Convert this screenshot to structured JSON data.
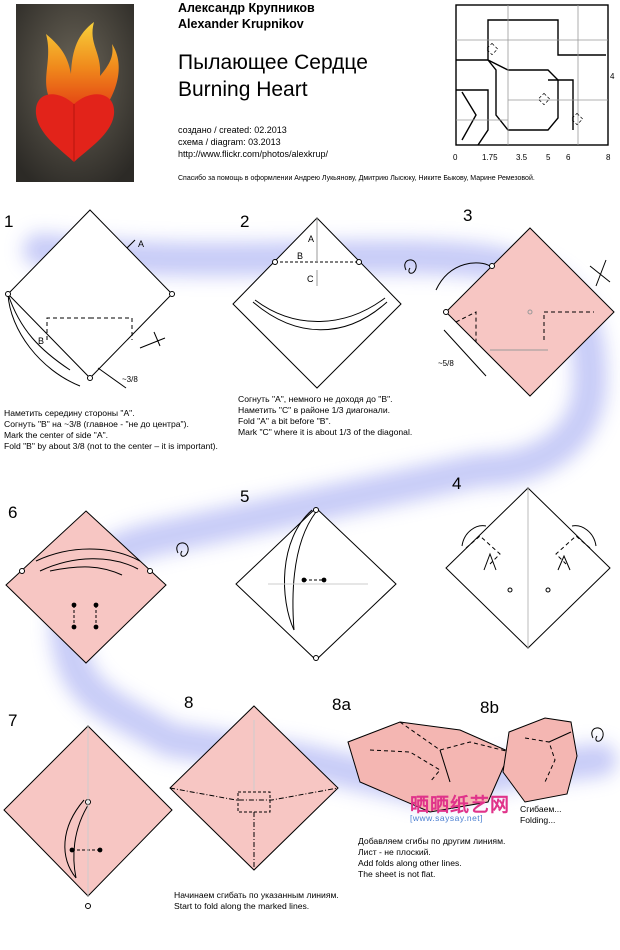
{
  "header": {
    "author_ru": "Александр Крупников",
    "author_en": "Alexander Krupnikov",
    "title_ru": "Пылающее Сердце",
    "title_en": "Burning Heart",
    "created": "создано / created: 02.2013",
    "diagram": "схема / diagram: 03.2013",
    "url": "http://www.flickr.com/photos/alexkrup/",
    "thanks": "Спасибо за помощь в оформлении Андрею Лукьянову, Дмитрию Лысюку, Никите Быкову, Марине Ремезовой."
  },
  "crease_pattern": {
    "right_label": "4",
    "axis_labels": [
      "0",
      "1.75",
      "3.5",
      "5",
      "6",
      "8"
    ]
  },
  "steps": [
    {
      "number": "1",
      "labels": [
        "A",
        "B",
        "~3/8"
      ],
      "text": [
        "Наметить середину стороны \"A\".",
        "Согнуть \"B\" на ~3/8 (главное - \"не до центра\").",
        "Mark the center of side \"A\".",
        "Fold \"B\" by about 3/8 (not to the center – it is important)."
      ]
    },
    {
      "number": "2",
      "labels": [
        "A",
        "B",
        "C"
      ],
      "text": [
        "Согнуть \"A\", немного не доходя до \"B\".",
        "Наметить \"C\" в районе 1/3 диагонали.",
        "Fold \"A\" a bit before \"B\".",
        "Mark \"C\" where it is about 1/3 of the diagonal."
      ]
    },
    {
      "number": "3",
      "labels": [
        "~5/8"
      ],
      "text": []
    },
    {
      "number": "4",
      "labels": [],
      "text": []
    },
    {
      "number": "5",
      "labels": [],
      "text": []
    },
    {
      "number": "6",
      "labels": [],
      "text": []
    },
    {
      "number": "7",
      "labels": [],
      "text": []
    },
    {
      "number": "8",
      "labels": [],
      "text": [
        "Начинаем сгибать по указанным линиям.",
        "Start to fold along the marked lines."
      ]
    },
    {
      "number": "8a",
      "labels": [],
      "text": [
        "Добавляем сгибы по другим линиям.",
        "Лист - не плоский.",
        "Add folds along other lines.",
        "The sheet is not flat."
      ]
    },
    {
      "number": "8b",
      "labels": [],
      "text": [
        "Сгибаем...",
        "Folding..."
      ]
    }
  ],
  "watermark": {
    "site_cn": "晒晒纸艺网",
    "site_url": "[www.saysay.net]"
  },
  "colors": {
    "paper_pink": "#f7c6c3",
    "flow_path": "#c9cdf6",
    "heart_red": "#e2231a",
    "flame_orange": "#f08a1c"
  }
}
